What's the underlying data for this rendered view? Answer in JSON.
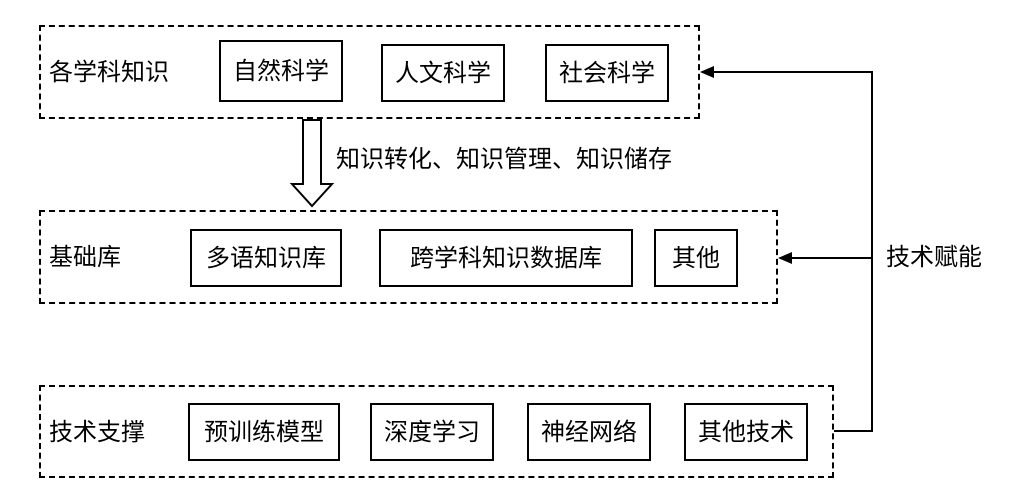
{
  "groups": {
    "knowledge": {
      "label": "各学科知识",
      "items": [
        "自然科学",
        "人文科学",
        "社会科学"
      ]
    },
    "base": {
      "label": "基础库",
      "items": [
        "多语知识库",
        "跨学科知识数据库",
        "其他"
      ]
    },
    "tech": {
      "label": "技术支撑",
      "items": [
        "预训练模型",
        "深度学习",
        "神经网络",
        "其他技术"
      ]
    }
  },
  "process_label": "知识转化、知识管理、知识储存",
  "empower_label": "技术赋能"
}
